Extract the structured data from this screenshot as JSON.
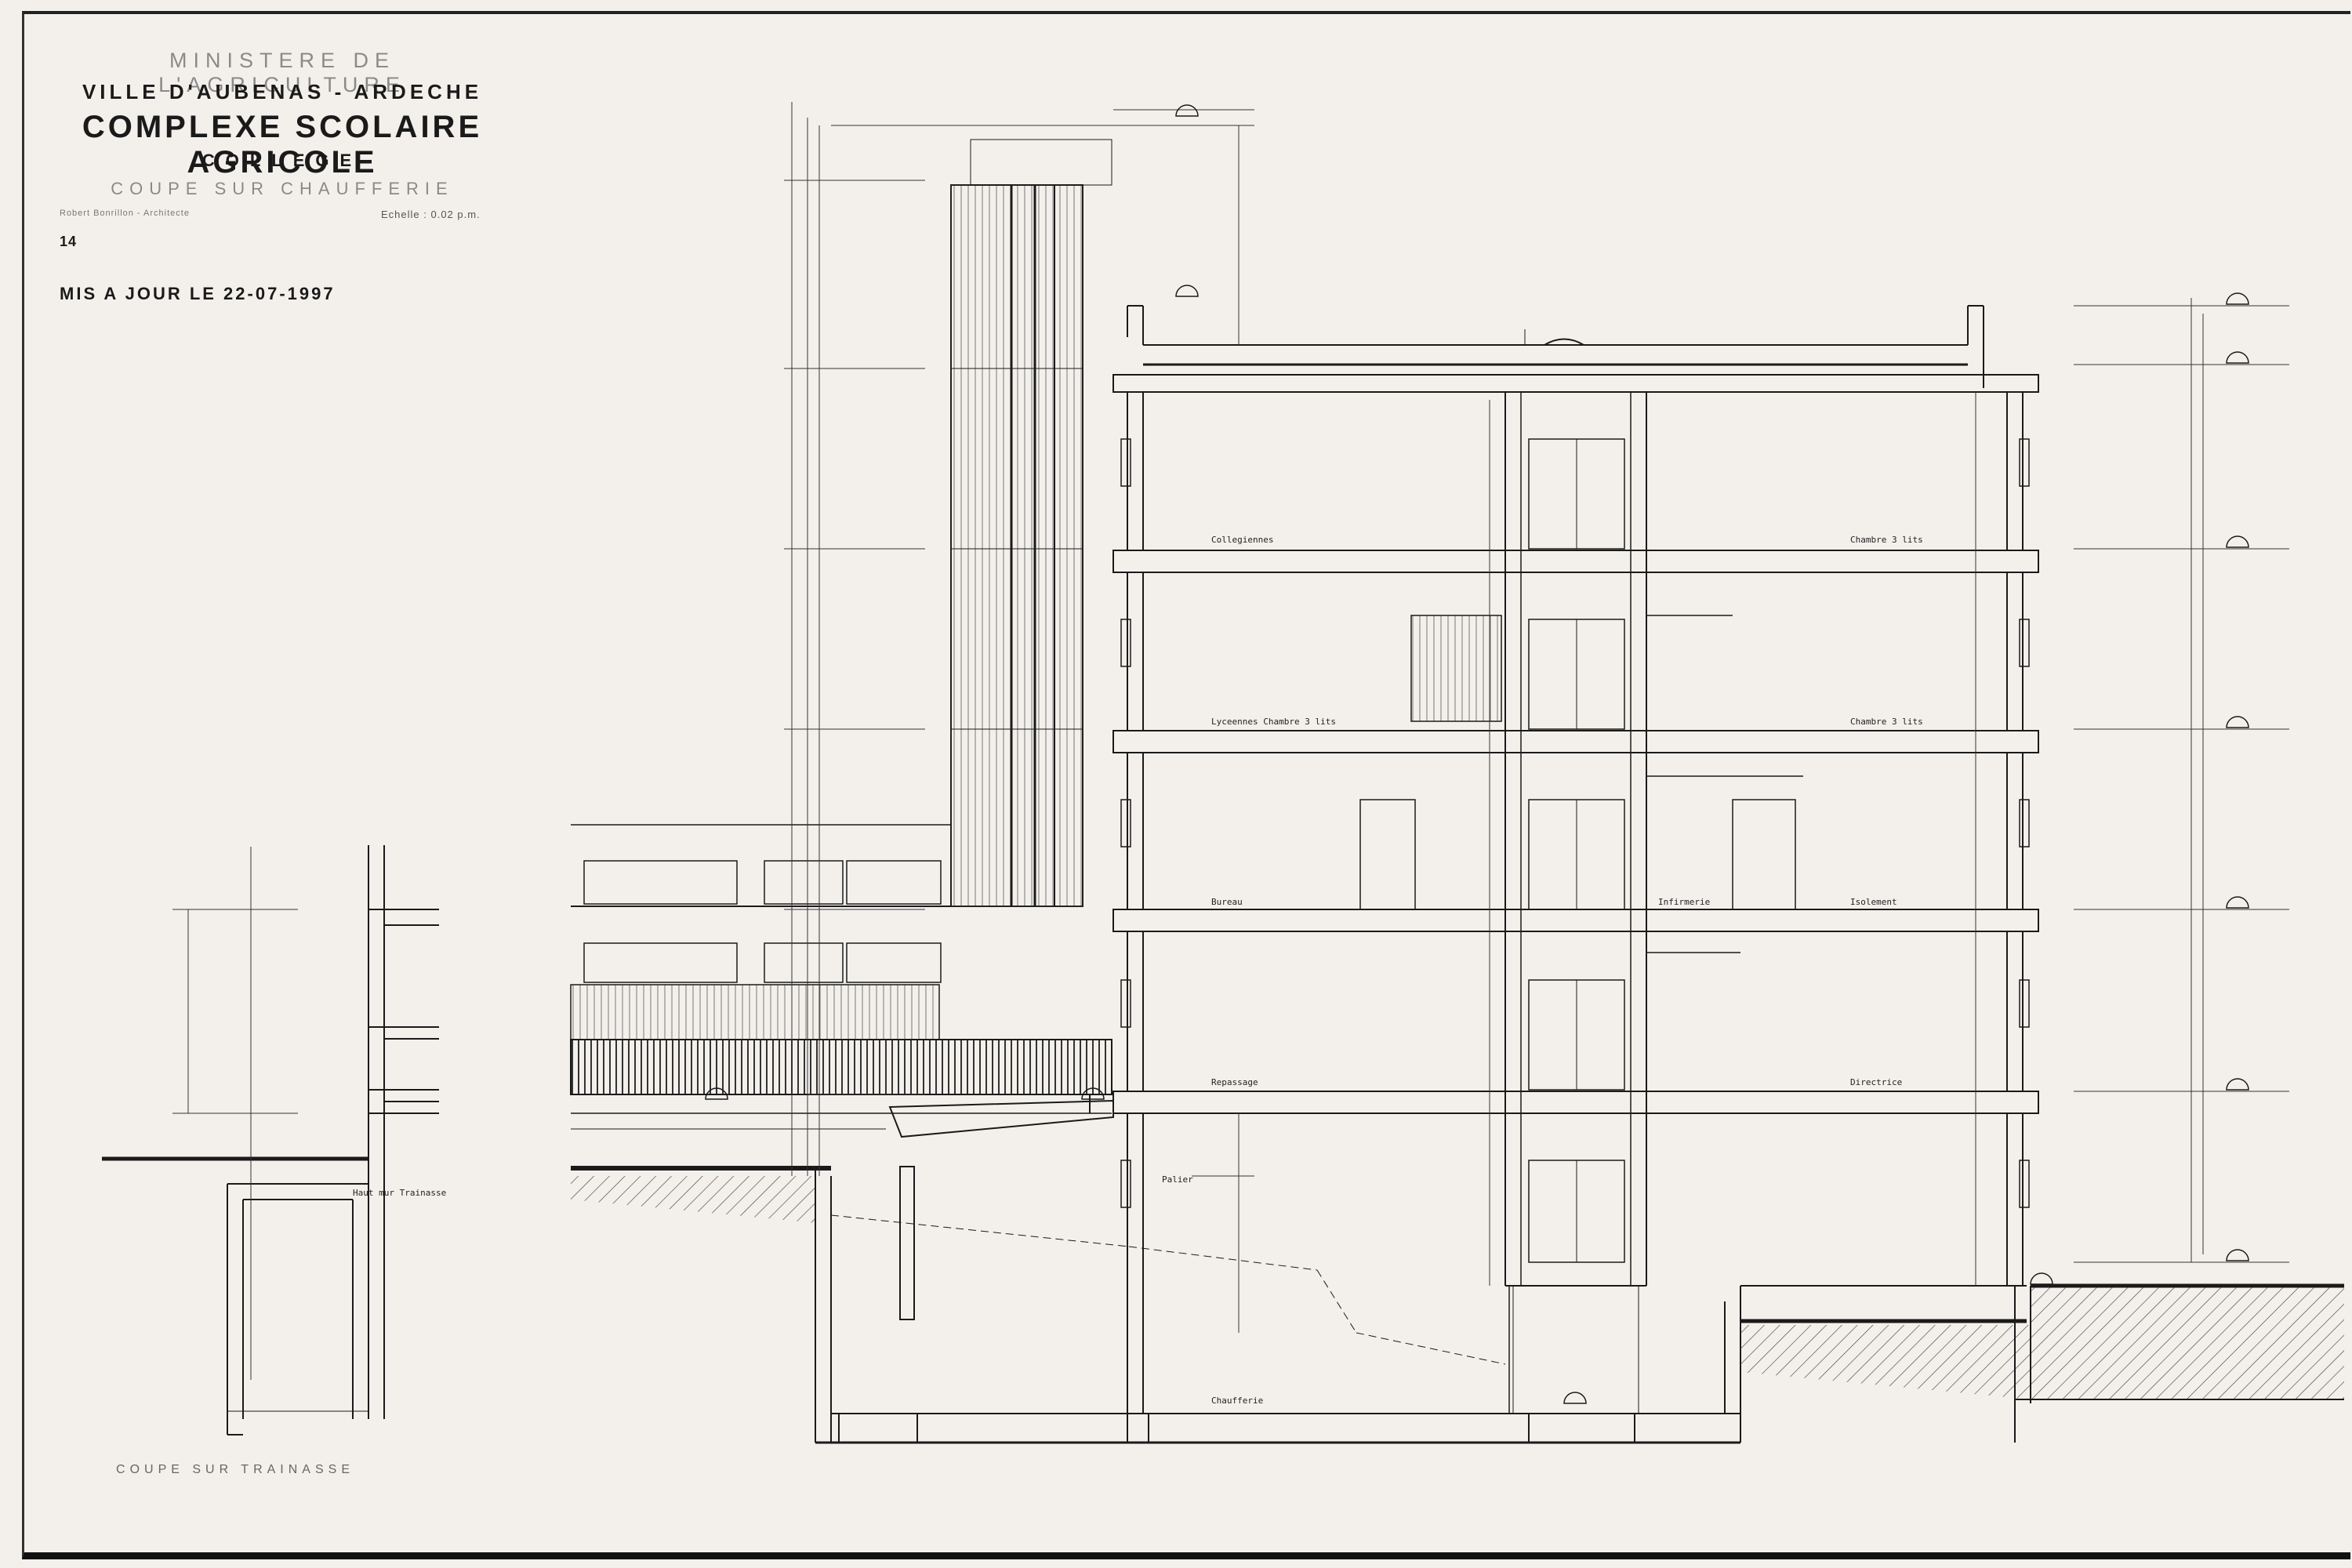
{
  "title_block": {
    "ministry": "MINISTERE DE L'AGRICULTURE",
    "town": "VILLE D'AUBENAS - ARDECHE",
    "project": "COMPLEXE SCOLAIRE AGRICOLE",
    "building": "COLLEGE",
    "drawing": "COUPE SUR CHAUFFERIE",
    "architect": "Robert Bonrillon - Architecte",
    "scale": "Echelle : 0.02 p.m.",
    "sheet_number": "14",
    "update_note": "MIS A JOUR LE 22-07-1997"
  },
  "section_caption": "COUPE SUR TRAINASSE",
  "rooms": {
    "collegiennes": "Collegiennes",
    "chambre_3_lits_1": "Chambre 3 lits",
    "lyceennes": "Lyceennes Chambre 3 lits",
    "chambre_3_lits_2": "Chambre 3 lits",
    "bureau": "Bureau",
    "infirmerie": "Infirmerie",
    "isolement": "Isolement",
    "repassage": "Repassage",
    "directrice": "Directrice",
    "palier": "Palier",
    "chaufferie": "Chaufferie",
    "haut_mur": "Haut mur Trainasse"
  },
  "colors": {
    "paper": "#f3f0ec",
    "ink": "#1a1a1a"
  }
}
